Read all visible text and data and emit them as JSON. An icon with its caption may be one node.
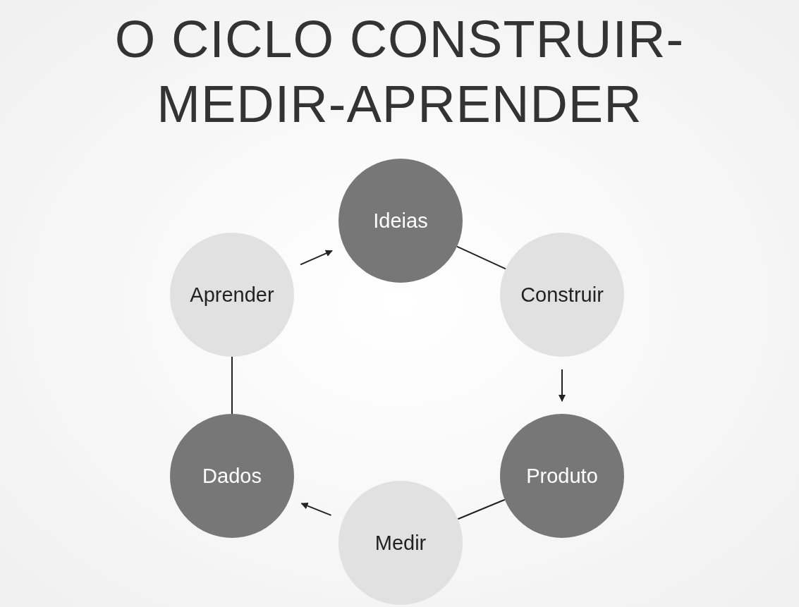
{
  "diagram": {
    "title": "O CICLO CONSTRUIR-MEDIR-APRENDER",
    "nodes": [
      {
        "text": [
          "Ideias"
        ]
      },
      {
        "text": [
          "Construir"
        ]
      },
      {
        "text": [
          "Produto"
        ]
      },
      {
        "text": [
          "Medir"
        ]
      },
      {
        "text": [
          "Dados"
        ]
      },
      {
        "text": [
          "Aprender"
        ]
      }
    ],
    "edges": [
      {
        "from": 0,
        "to": 1,
        "arrow": "none"
      },
      {
        "from": 1,
        "to": 2,
        "arrow": "to"
      },
      {
        "from": 2,
        "to": 3,
        "arrow": "none"
      },
      {
        "from": 3,
        "to": 4,
        "arrow": "to"
      },
      {
        "from": 4,
        "to": 5,
        "arrow": "none"
      },
      {
        "from": 5,
        "to": 0,
        "arrow": "to"
      }
    ]
  }
}
